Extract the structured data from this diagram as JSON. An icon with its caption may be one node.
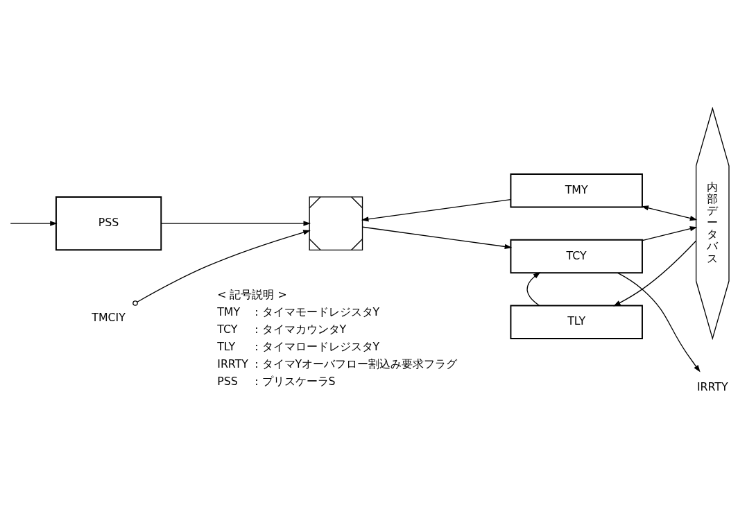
{
  "diagram": {
    "nodes": [
      {
        "text": [
          "PSS"
        ]
      },
      {
        "text": [],
        "shape": "box"
      },
      {
        "text": [
          "TMY"
        ]
      },
      {
        "text": [
          "TCY"
        ]
      },
      {
        "text": [
          "TLY"
        ]
      },
      {
        "text": [
          "内部データバス"
        ]
      },
      {
        "text": [
          "TMCIY"
        ]
      },
      {
        "text": [
          "IRRTY"
        ]
      }
    ],
    "edges": [
      {
        "from": null,
        "to": 0,
        "arrow": "to"
      },
      {
        "from": 0,
        "to": 1,
        "arrow": "to"
      },
      {
        "from": 6,
        "to": 1,
        "arrow": "to"
      },
      {
        "from": 2,
        "to": 1,
        "arrow": "to"
      },
      {
        "from": 1,
        "to": 3,
        "arrow": "to"
      },
      {
        "from": 2,
        "to": 5,
        "arrow": "both"
      },
      {
        "from": 3,
        "to": 5,
        "arrow": "to"
      },
      {
        "from": 5,
        "to": 4,
        "arrow": "to"
      },
      {
        "from": 4,
        "to": 3,
        "arrow": "to"
      },
      {
        "from": 3,
        "to": 7,
        "arrow": "to"
      }
    ],
    "labels": [
      "< 記号説明 >",
      "TMY",
      ": タイマモードレジスタY",
      "TCY",
      ": タイマカウンタY",
      "TLY",
      ": タイマロードレジスタY",
      "IRRTY",
      ": タイマYオーバフロー割込み要求フラグ",
      "PSS",
      ": プリスケーラS"
    ]
  }
}
